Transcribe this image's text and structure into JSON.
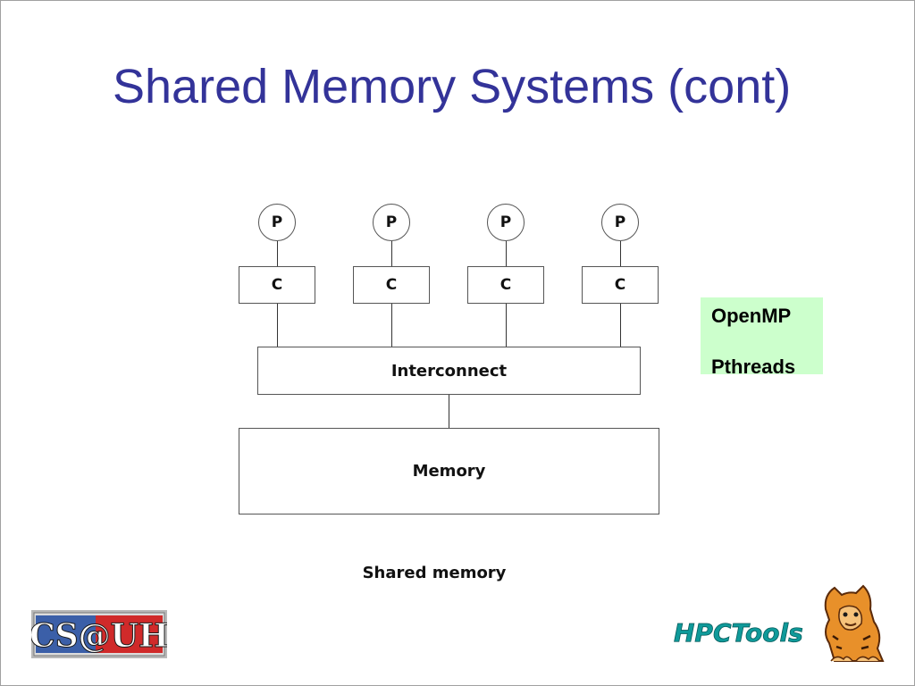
{
  "slide": {
    "title": "Shared Memory Systems (cont)"
  },
  "diagram": {
    "processors": [
      "P",
      "P",
      "P",
      "P"
    ],
    "caches": [
      "C",
      "C",
      "C",
      "C"
    ],
    "interconnect": "Interconnect",
    "memory": "Memory",
    "caption": "Shared memory"
  },
  "programming_models": [
    "OpenMP",
    "Pthreads"
  ],
  "logos": {
    "csuh": "CS@UH",
    "hpctools": "HPCTools"
  },
  "colors": {
    "title": "#333399",
    "api_box_bg": "#ccffcc",
    "csuh_blue": "#3b5fa8",
    "csuh_red": "#d02a2a",
    "hpc_teal": "#0f9a9a"
  },
  "icons": [
    "tiger-mascot-icon"
  ]
}
